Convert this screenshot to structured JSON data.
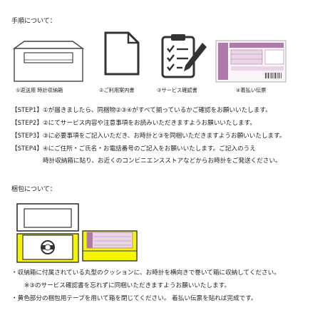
{
  "section1": {
    "heading": "手順について：",
    "items": [
      {
        "label": "①返送用 時計収納箱",
        "icon": "return-box-icon"
      },
      {
        "label": "②ご利用案内書",
        "icon": "document-icon"
      },
      {
        "label": "③サービス確認書",
        "icon": "checklist-pen-icon"
      },
      {
        "label": "④着払い伝票",
        "icon": "shipping-slip-icon"
      }
    ]
  },
  "steps": [
    "【STEP1】①が届きましたら、同梱物②③④がすべて揃っているかご確認をお願いいたします。",
    "【STEP2】②にてサービス内容や注意事項をお読みいただきますようお願いいたします。",
    "【STEP3】③に必要事項をご記入いただき、お時計と③を同梱いただきますようお願いいたします。",
    "【STEP4】④にご住所・ご氏名・お電話番号のご記入をお願いいたします。ご記入のうえ",
    "時計収納箱に貼り、お近くのコンビニエンスストアなどからお時計をご発送ください。"
  ],
  "section2": {
    "heading": "梱包について：",
    "images": [
      "watch-in-box-icon",
      "sealed-box-icon"
    ],
    "notes": [
      "・収納箱に付属されている丸型のクッションに、お時計を横向きで巻いて箱に収納してください。",
      "※③のサービス確認書を忘れずに同梱いただきますようお願いいたします。",
      "・黄色部分の梱包用テープを用いて箱を閉じてください。 着払い伝票を貼れば完成です。"
    ]
  },
  "colors": {
    "yellow_tape": "#f5f500",
    "slip_purple": "#b07aa8",
    "slip_light": "#e8d6e6",
    "line": "#444444"
  }
}
